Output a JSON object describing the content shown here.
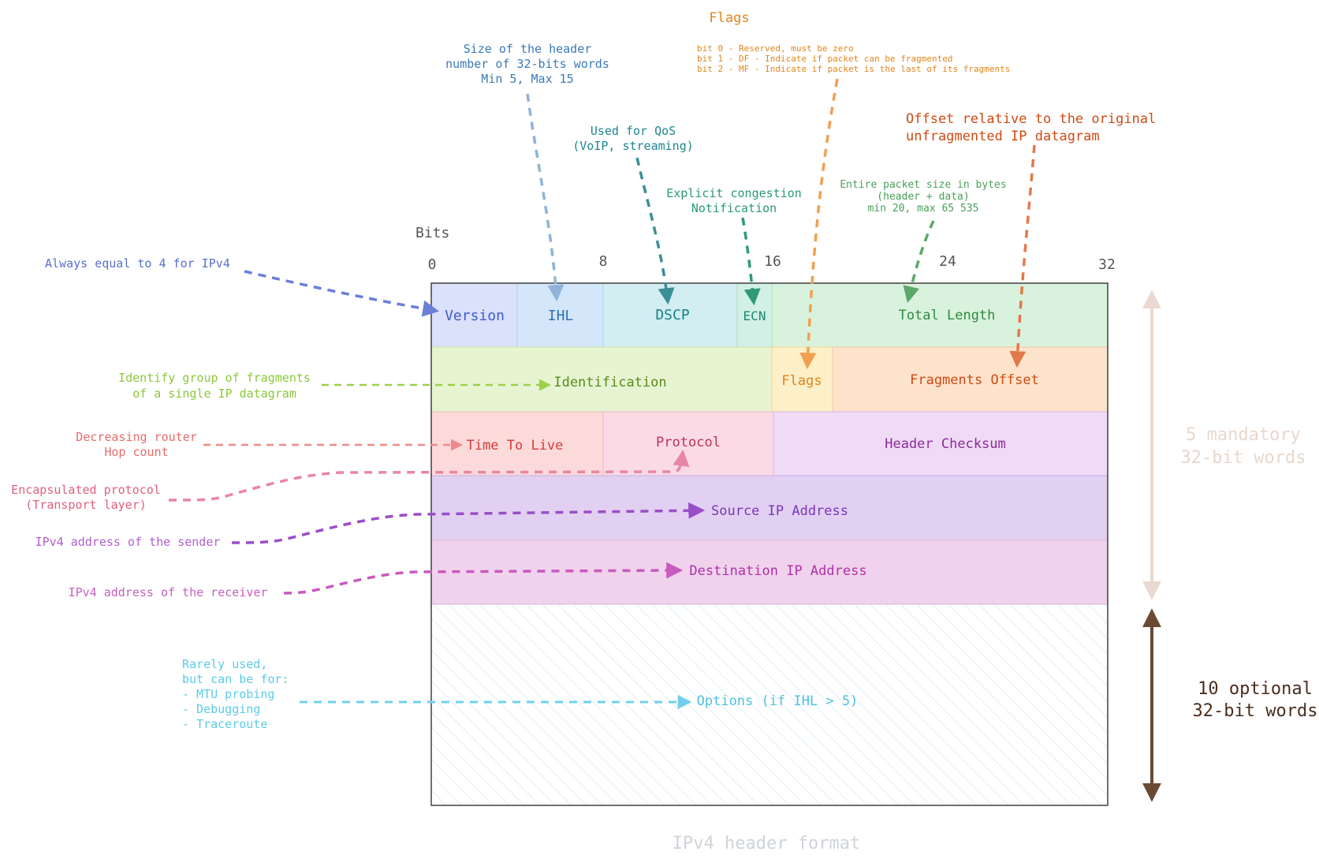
{
  "bits_label": "Bits",
  "bit_marks": [
    "0",
    "8",
    "16",
    "24",
    "32"
  ],
  "fields": {
    "version": "Version",
    "ihl": "IHL",
    "dscp": "DSCP",
    "ecn": "ECN",
    "total_length": "Total Length",
    "identification": "Identification",
    "flags": "Flags",
    "fragment_offset": "Fragments Offset",
    "ttl": "Time To Live",
    "protocol": "Protocol",
    "checksum": "Header Checksum",
    "source_ip": "Source IP Address",
    "dest_ip": "Destination IP Address",
    "options": "Options (if IHL > 5)"
  },
  "annotations": {
    "version": [
      "Always equal to 4 for IPv4"
    ],
    "ihl": [
      "Size of the header",
      "number of 32-bits words",
      "Min 5, Max 15"
    ],
    "dscp": [
      "Used for QoS",
      "(VoIP, streaming)"
    ],
    "ecn": [
      "Explicit congestion",
      "Notification"
    ],
    "total_length": [
      "Entire packet size in bytes",
      "(header + data)",
      "min 20, max 65 535"
    ],
    "flags_title": "Flags",
    "flags": [
      "bit 0 - Reserved, must be zero",
      "bit 1 - DF - Indicate if packet can be fragmented",
      "bit 2 - MF - Indicate if packet is the last of its fragments"
    ],
    "fragment_offset": [
      "Offset relative to the original",
      "unfragmented IP datagram"
    ],
    "identification": [
      "Identify group of fragments",
      "of a single IP datagram"
    ],
    "ttl": [
      "Decreasing router",
      "Hop count"
    ],
    "protocol": [
      "Encapsulated protocol",
      "(Transport layer)"
    ],
    "source_ip": [
      "IPv4 address of the sender"
    ],
    "dest_ip": [
      "IPv4 address of the receiver"
    ],
    "options": [
      "Rarely used,",
      "but can be for:",
      "- MTU probing",
      "- Debugging",
      "- Traceroute"
    ]
  },
  "side_labels": {
    "mandatory": [
      "5 mandatory",
      "32-bit words"
    ],
    "optional": [
      "10 optional",
      "32-bit words"
    ]
  },
  "caption": "IPv4 header format",
  "colors": {
    "version": "#3f5bc8",
    "ihl": "#2f6fb0",
    "dscp": "#17808a",
    "ecn": "#178a6a",
    "total_length": "#2e8b3e",
    "identification": "#5a8a18",
    "flags": "#e0861a",
    "fragment_offset": "#d04a12",
    "ttl": "#d63b3b",
    "protocol": "#c0305a",
    "checksum": "#8a2a9a",
    "source_ip": "#7a35b8",
    "dest_ip": "#b030a8",
    "options": "#4fc0e0"
  }
}
